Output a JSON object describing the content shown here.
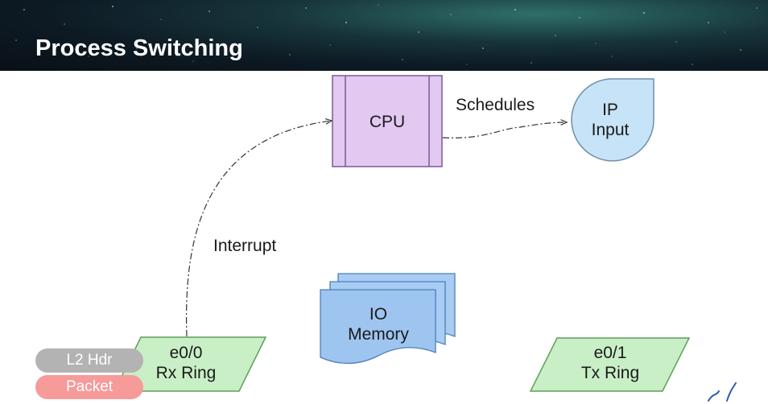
{
  "slide": {
    "title": "Process Switching"
  },
  "nodes": {
    "cpu": {
      "label": "CPU",
      "fill": "#e3c8f2",
      "stroke": "#7a5a93"
    },
    "ip_input": {
      "line1": "IP",
      "line2": "Input",
      "fill": "#c6e3f7",
      "stroke": "#6e8fad"
    },
    "io_memory": {
      "line1": "IO",
      "line2": "Memory",
      "fill": "#a8ccf3",
      "stroke": "#4d7fb8"
    },
    "rx_ring": {
      "line1": "e0/0",
      "line2": "Rx Ring",
      "fill": "#c9efc6",
      "stroke": "#5e9e5a"
    },
    "tx_ring": {
      "line1": "e0/1",
      "line2": "Tx Ring",
      "fill": "#c9efc6",
      "stroke": "#5e9e5a"
    }
  },
  "edges": {
    "schedules": "Schedules",
    "interrupt": "Interrupt"
  },
  "packet_stack": {
    "l2_hdr": {
      "label": "L2 Hdr",
      "color": "#b3b3b3"
    },
    "packet": {
      "label": "Packet",
      "color": "#f79a9a"
    }
  }
}
